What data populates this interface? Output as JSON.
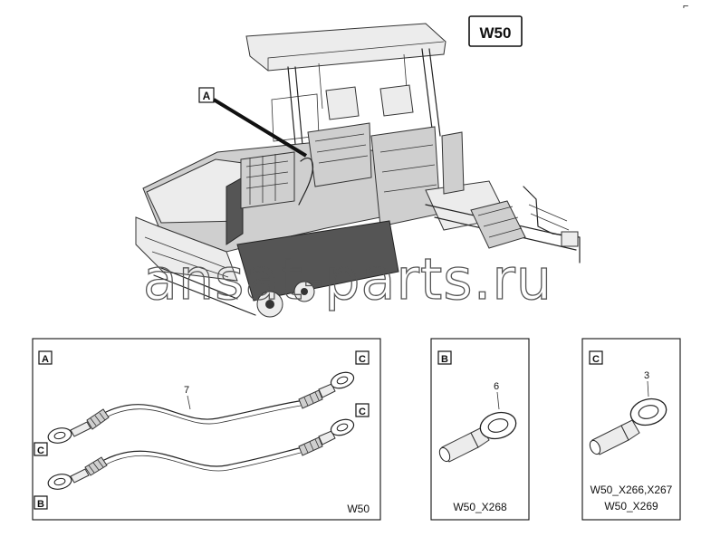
{
  "header": {
    "corner_mark": "⌐",
    "diagram_code": "W50"
  },
  "overview": {
    "callout_letter": "A"
  },
  "watermark": {
    "text": "ansat-parts.ru"
  },
  "panel_a": {
    "letters": [
      "A",
      "C",
      "C",
      "C",
      "B"
    ],
    "item_number": "7",
    "caption": "W50"
  },
  "panel_b": {
    "letter": "B",
    "item_number": "6",
    "caption": "W50_X268"
  },
  "panel_c": {
    "letter": "C",
    "item_number": "3",
    "caption_line1": "W50_X266,X267",
    "caption_line2": "W50_X269"
  }
}
